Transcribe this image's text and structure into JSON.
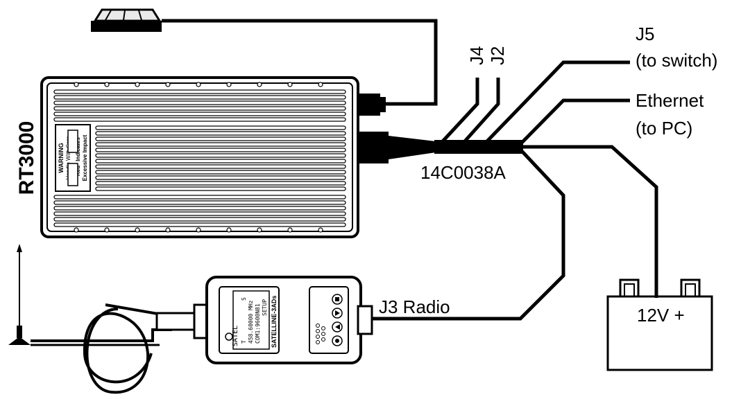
{
  "unit": {
    "title": "RT3000",
    "warning": {
      "heading": "WARNING",
      "line1": "Handle With Care",
      "line2": "\"Red\" Indicates",
      "line3": "Excessive Impact"
    }
  },
  "cable": {
    "part_number": "14C0038A"
  },
  "connectors": {
    "j4": "J4",
    "j2": "J2",
    "j5_line1": "J5",
    "j5_line2": "(to switch)",
    "eth_line1": "Ethernet",
    "eth_line2": "(to PC)",
    "j3": "J3 Radio"
  },
  "battery": {
    "label": "12V +"
  },
  "radio": {
    "brand": "SATEL",
    "model": "SATELLINE-3ADs",
    "display_line1": "458.60000 MHz",
    "display_line2": "COM1:9600N81",
    "display_line3": "SETUP",
    "display_signal": "S",
    "display_marker": "T"
  },
  "colors": {
    "ink": "#000000",
    "paper": "#ffffff",
    "fill": "#e9e9e9"
  }
}
